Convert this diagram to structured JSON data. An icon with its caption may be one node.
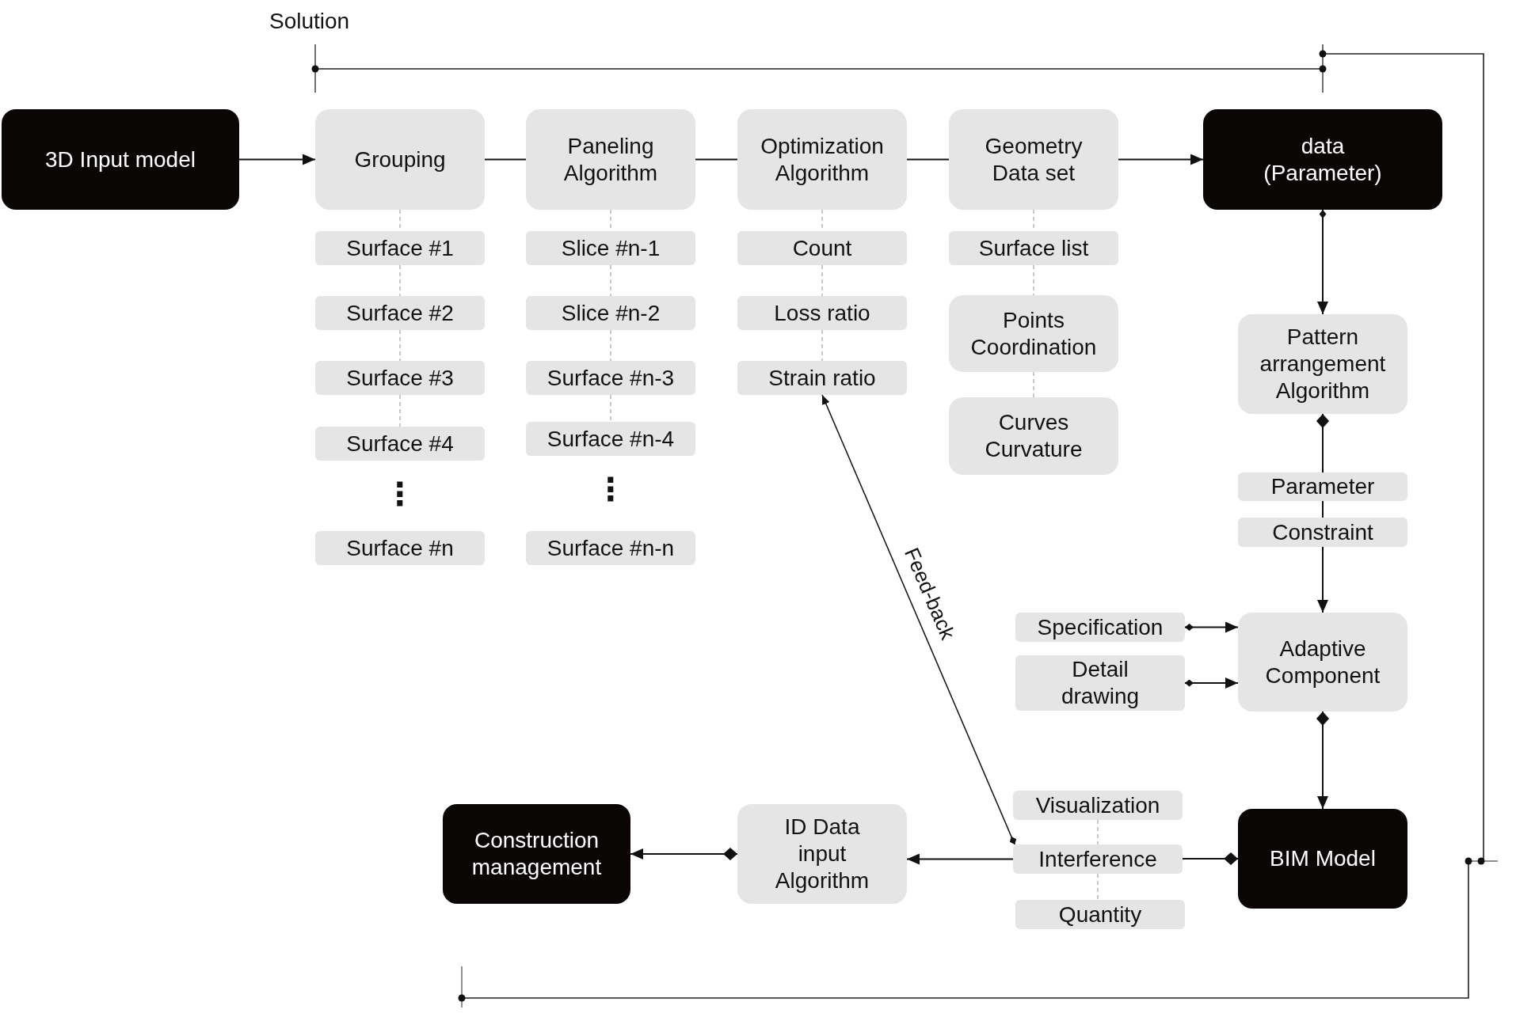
{
  "diagram": {
    "nodes": [
      {
        "text": [
          "3D Input model"
        ]
      },
      {
        "text": [
          "Grouping"
        ]
      },
      {
        "text": [
          "Paneling Algorithm"
        ]
      },
      {
        "text": [
          "Optimization Algorithm"
        ]
      },
      {
        "text": [
          "Geometry Data set"
        ]
      },
      {
        "text": [
          "data (Parameter)"
        ]
      },
      {
        "text": [
          "Surface #1"
        ]
      },
      {
        "text": [
          "Surface #2"
        ]
      },
      {
        "text": [
          "Surface #3"
        ]
      },
      {
        "text": [
          "Surface #4"
        ]
      },
      {
        "text": [
          "Surface #n"
        ]
      },
      {
        "text": [
          "Slice #n-1"
        ]
      },
      {
        "text": [
          "Slice #n-2"
        ]
      },
      {
        "text": [
          "Surface #n-3"
        ]
      },
      {
        "text": [
          "Surface #n-4"
        ]
      },
      {
        "text": [
          "Surface #n-n"
        ]
      },
      {
        "text": [
          "Count"
        ]
      },
      {
        "text": [
          "Loss ratio"
        ]
      },
      {
        "text": [
          "Strain ratio"
        ]
      },
      {
        "text": [
          "Surface list"
        ]
      },
      {
        "text": [
          "Points Coordination"
        ]
      },
      {
        "text": [
          "Curves Curvature"
        ]
      },
      {
        "text": [
          "Pattern arrangement Algorithm"
        ]
      },
      {
        "text": [
          "Parameter"
        ]
      },
      {
        "text": [
          "Constraint"
        ]
      },
      {
        "text": [
          "Specification"
        ]
      },
      {
        "text": [
          "Detail drawing"
        ]
      },
      {
        "text": [
          "Adaptive Component"
        ]
      },
      {
        "text": [
          "Visualization"
        ]
      },
      {
        "text": [
          "Interference"
        ]
      },
      {
        "text": [
          "Quantity"
        ]
      },
      {
        "text": [
          "BIM Model"
        ]
      },
      {
        "text": [
          "ID Data input Algorithm"
        ]
      },
      {
        "text": [
          "Construction management"
        ]
      }
    ],
    "edges": [
      {
        "from": 0,
        "to": 1,
        "arrow": "to"
      },
      {
        "from": 1,
        "to": 2,
        "arrow": "none"
      },
      {
        "from": 2,
        "to": 3,
        "arrow": "none"
      },
      {
        "from": 3,
        "to": 4,
        "arrow": "none"
      },
      {
        "from": 4,
        "to": 5,
        "arrow": "to"
      },
      {
        "from": 5,
        "to": 22,
        "arrow": "to"
      },
      {
        "from": 22,
        "to": 23,
        "arrow": "other"
      },
      {
        "from": 23,
        "to": 24,
        "arrow": "none"
      },
      {
        "from": 24,
        "to": 27,
        "arrow": "to"
      },
      {
        "from": 25,
        "to": 27,
        "arrow": "to"
      },
      {
        "from": 26,
        "to": 27,
        "arrow": "to"
      },
      {
        "from": 27,
        "to": 31,
        "arrow": "to"
      },
      {
        "from": 31,
        "to": 29,
        "arrow": "other"
      },
      {
        "from": 29,
        "to": 32,
        "arrow": "to"
      },
      {
        "from": 32,
        "to": 33,
        "arrow": "to"
      },
      {
        "from": 29,
        "to": 18,
        "arrow": "to",
        "label": "Feed-back"
      },
      {
        "from": 1,
        "to": 6,
        "arrow": "none",
        "style": "dashed",
        "color": "#a6a6a6"
      },
      {
        "from": 6,
        "to": 7,
        "arrow": "none",
        "style": "dashed",
        "color": "#a6a6a6"
      },
      {
        "from": 7,
        "to": 8,
        "arrow": "none",
        "style": "dashed",
        "color": "#a6a6a6"
      },
      {
        "from": 8,
        "to": 9,
        "arrow": "none",
        "style": "dashed",
        "color": "#a6a6a6"
      },
      {
        "from": 2,
        "to": 11,
        "arrow": "none",
        "style": "dashed",
        "color": "#a6a6a6"
      },
      {
        "from": 11,
        "to": 12,
        "arrow": "none",
        "style": "dashed",
        "color": "#a6a6a6"
      },
      {
        "from": 12,
        "to": 13,
        "arrow": "none",
        "style": "dashed",
        "color": "#a6a6a6"
      },
      {
        "from": 13,
        "to": 14,
        "arrow": "none",
        "style": "dashed",
        "color": "#a6a6a6"
      },
      {
        "from": 3,
        "to": 16,
        "arrow": "none",
        "style": "dashed",
        "color": "#a6a6a6"
      },
      {
        "from": 16,
        "to": 17,
        "arrow": "none",
        "style": "dashed",
        "color": "#a6a6a6"
      },
      {
        "from": 17,
        "to": 18,
        "arrow": "none",
        "style": "dashed",
        "color": "#a6a6a6"
      },
      {
        "from": 4,
        "to": 19,
        "arrow": "none",
        "style": "dashed",
        "color": "#a6a6a6"
      },
      {
        "from": 19,
        "to": 20,
        "arrow": "none",
        "style": "dashed",
        "color": "#a6a6a6"
      },
      {
        "from": 20,
        "to": 21,
        "arrow": "none",
        "style": "dashed",
        "color": "#a6a6a6"
      },
      {
        "from": 28,
        "to": 29,
        "arrow": "none",
        "style": "dashed",
        "color": "#a6a6a6"
      },
      {
        "from": 29,
        "to": 30,
        "arrow": "none",
        "style": "dashed",
        "color": "#a6a6a6"
      }
    ],
    "labels": [
      "Solution",
      "⋮",
      "⋮"
    ]
  }
}
